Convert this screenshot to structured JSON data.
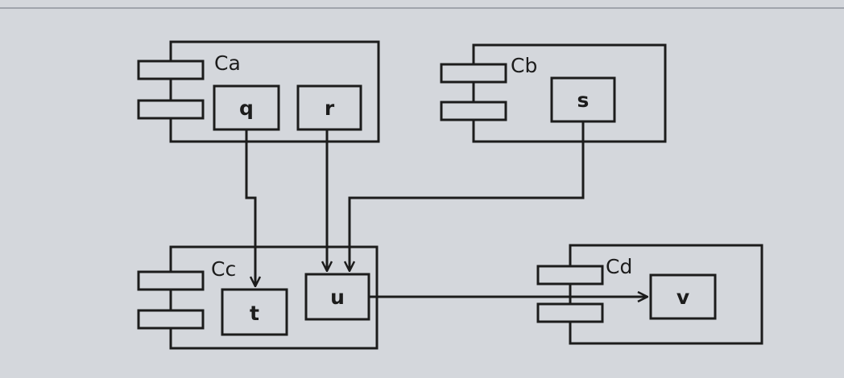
{
  "components": {
    "ca": {
      "label": "Ca",
      "parts": {
        "q": "q",
        "r": "r"
      }
    },
    "cb": {
      "label": "Cb",
      "parts": {
        "s": "s"
      }
    },
    "cc": {
      "label": "Cc",
      "parts": {
        "t": "t",
        "u": "u"
      }
    },
    "cd": {
      "label": "Cd",
      "parts": {
        "v": "v"
      }
    }
  },
  "colors": {
    "line": "#1c1c1c",
    "paper": "#d4d7dc"
  }
}
